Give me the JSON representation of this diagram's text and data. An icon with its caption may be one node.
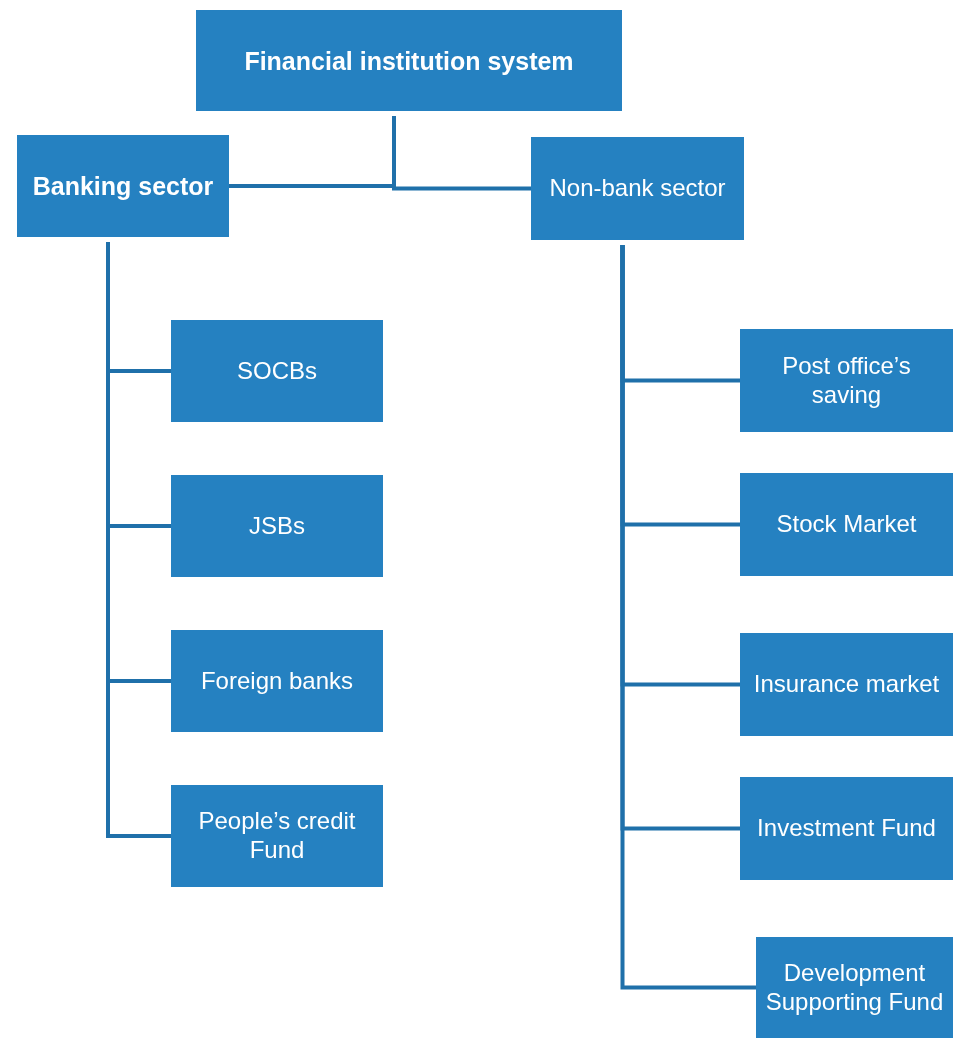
{
  "diagram": {
    "nodes": [
      {
        "text": [
          "Financial institution system"
        ]
      },
      {
        "text": [
          "Banking sector"
        ]
      },
      {
        "text": [
          "Non-bank sector"
        ]
      },
      {
        "text": [
          "SOCBs"
        ]
      },
      {
        "text": [
          "JSBs"
        ]
      },
      {
        "text": [
          "Foreign banks"
        ]
      },
      {
        "text": [
          "People’s credit Fund"
        ]
      },
      {
        "text": [
          "Post office’s saving"
        ]
      },
      {
        "text": [
          "Stock Market"
        ]
      },
      {
        "text": [
          "Insurance market"
        ]
      },
      {
        "text": [
          "Investment Fund"
        ]
      },
      {
        "text": [
          "Development Supporting Fund"
        ]
      }
    ],
    "edges": [
      {
        "from": 0,
        "to": 1,
        "arrow": "none"
      },
      {
        "from": 0,
        "to": 2,
        "arrow": "none"
      },
      {
        "from": 1,
        "to": 3,
        "arrow": "none"
      },
      {
        "from": 1,
        "to": 4,
        "arrow": "none"
      },
      {
        "from": 1,
        "to": 5,
        "arrow": "none"
      },
      {
        "from": 1,
        "to": 6,
        "arrow": "none"
      },
      {
        "from": 2,
        "to": 7,
        "arrow": "none"
      },
      {
        "from": 2,
        "to": 8,
        "arrow": "none"
      },
      {
        "from": 2,
        "to": 9,
        "arrow": "none"
      },
      {
        "from": 2,
        "to": 10,
        "arrow": "none"
      },
      {
        "from": 2,
        "to": 11,
        "arrow": "none"
      }
    ]
  }
}
